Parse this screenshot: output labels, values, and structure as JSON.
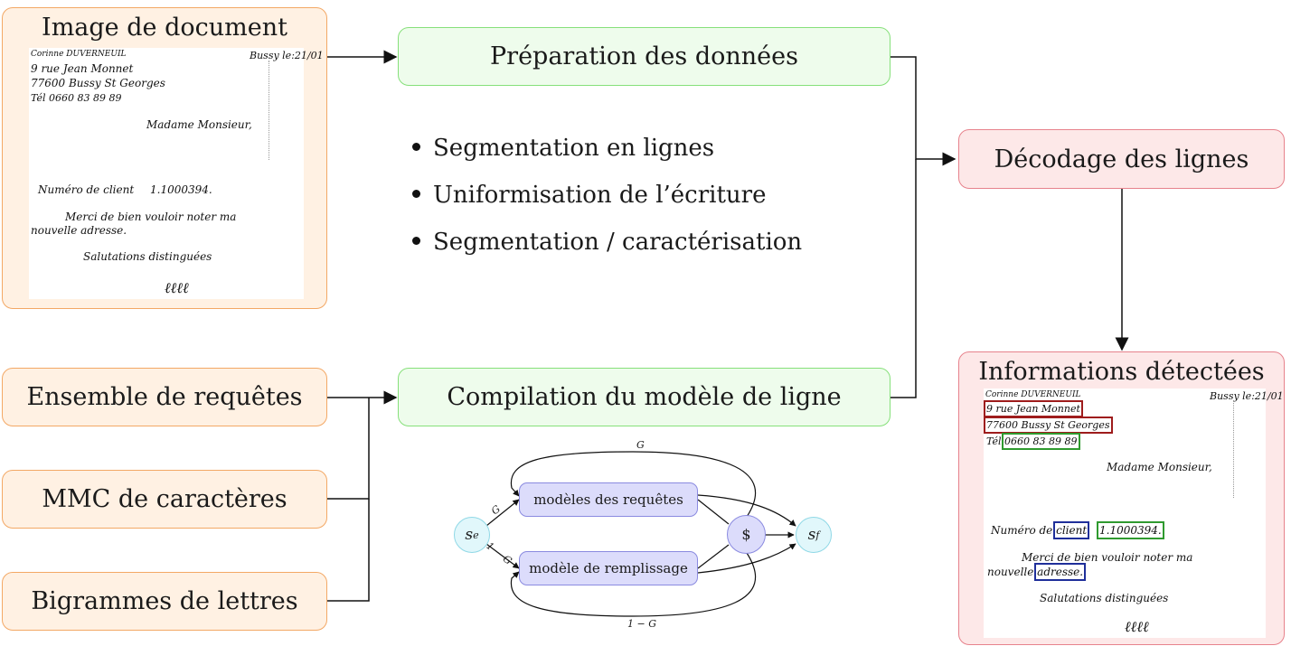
{
  "image_doc": {
    "title": "Image de document",
    "letter": {
      "sender_name": "Corinne DUVERNEUIL",
      "street": "9 rue Jean Monnet",
      "city": "77600 Bussy St Georges",
      "phone_prefix": "Tél",
      "phone": "0660 83 89 89",
      "date": "Bussy le:21/01",
      "greeting": "Madame Monsieur,",
      "client_prefix": "Numéro de",
      "client_word": "client",
      "client_number": "1.1000394.",
      "body_1": "Merci de bien vouloir noter ma",
      "body_2a": "nouvelle",
      "body_2b": "adresse.",
      "closing": "Salutations distinguées",
      "signature": "ℓℓℓℓ"
    }
  },
  "inputs": {
    "requetes": "Ensemble de requêtes",
    "mmc": "MMC de caractères",
    "bigrammes": "Bigrammes de lettres"
  },
  "preparation": {
    "title": "Préparation des données",
    "bullets": [
      "Segmentation en lignes",
      "Uniformisation de l’écriture",
      "Segmentation / caractérisation"
    ]
  },
  "compilation": {
    "title": "Compilation du modèle de ligne"
  },
  "decodage": {
    "title": "Décodage des lignes"
  },
  "informations": {
    "title": "Informations détectées"
  },
  "model_graph": {
    "node_start": "s",
    "node_start_sub": "e",
    "node_end": "s",
    "node_end_sub": "f",
    "node_dollar": "$",
    "box_requetes": "modèles des requêtes",
    "box_remplissage": "modèle de remplissage",
    "edge_top": "G",
    "edge_g": "G",
    "edge_1mg": "1 − G",
    "edge_bottom": "1 − G"
  },
  "colors": {
    "orange_fill": "#fff1e3",
    "orange_border": "#f3a865",
    "green_fill": "#eefcec",
    "green_border": "#86e07a",
    "red_fill": "#fde8e8",
    "red_border": "#e7828c",
    "purple_fill": "#dcdcfb",
    "purple_border": "#8a8ae0",
    "cyan_fill": "#e1f7fb",
    "cyan_border": "#8fd8e6"
  }
}
